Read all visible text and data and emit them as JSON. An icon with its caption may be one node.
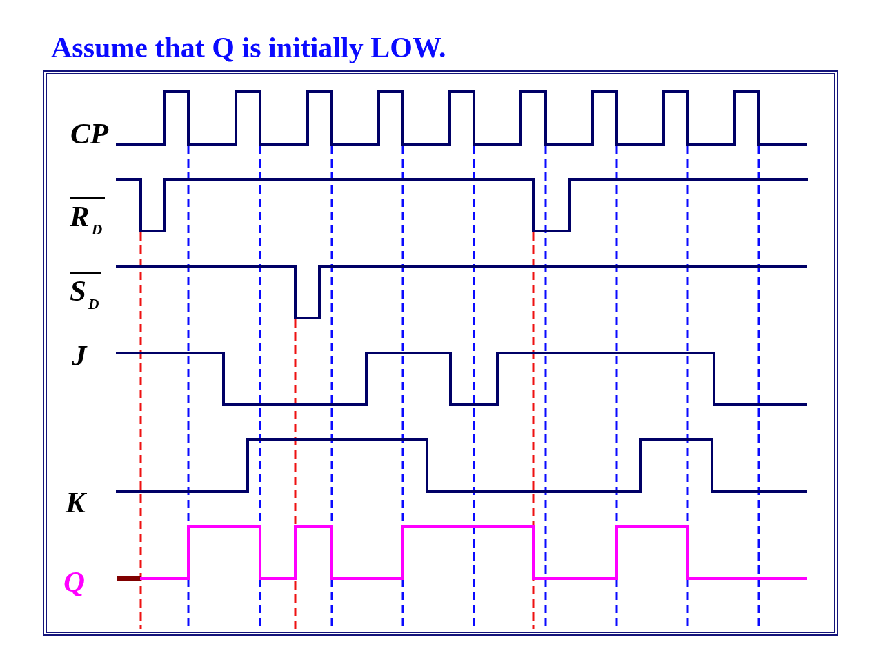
{
  "diagram": {
    "title": "Assume that Q is initially LOW.",
    "labels": [
      "CP",
      "R$_{D}$",
      "S$_{D}$",
      "J",
      "K",
      "Q"
    ]
  }
}
